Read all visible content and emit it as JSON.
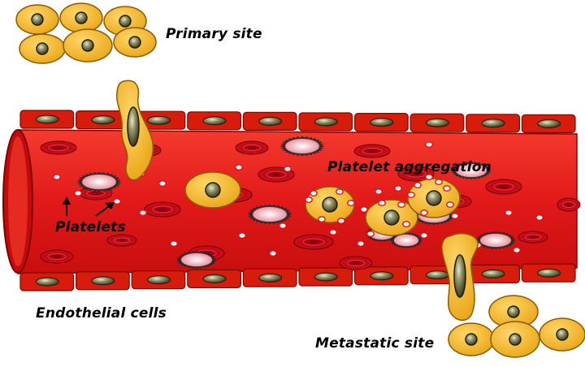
{
  "labels": {
    "primary_site": "Primary site",
    "platelet_aggregation": "Platelet aggregation",
    "platelets": "Platelets",
    "endothelial_cells": "Endothelial cells",
    "metastatic_site": "Metastatic site"
  },
  "colors": {
    "vessel_red": "#e11919",
    "vessel_dark": "#9c0000",
    "endothelial_cell": "#d81c0c",
    "nucleus": "#3a3a1e",
    "tumor_cell": "#f2b21c",
    "red_blood_cell": "#c00a12",
    "activated_platelet": "#f0a6ad",
    "platelet": "#ffffff"
  }
}
